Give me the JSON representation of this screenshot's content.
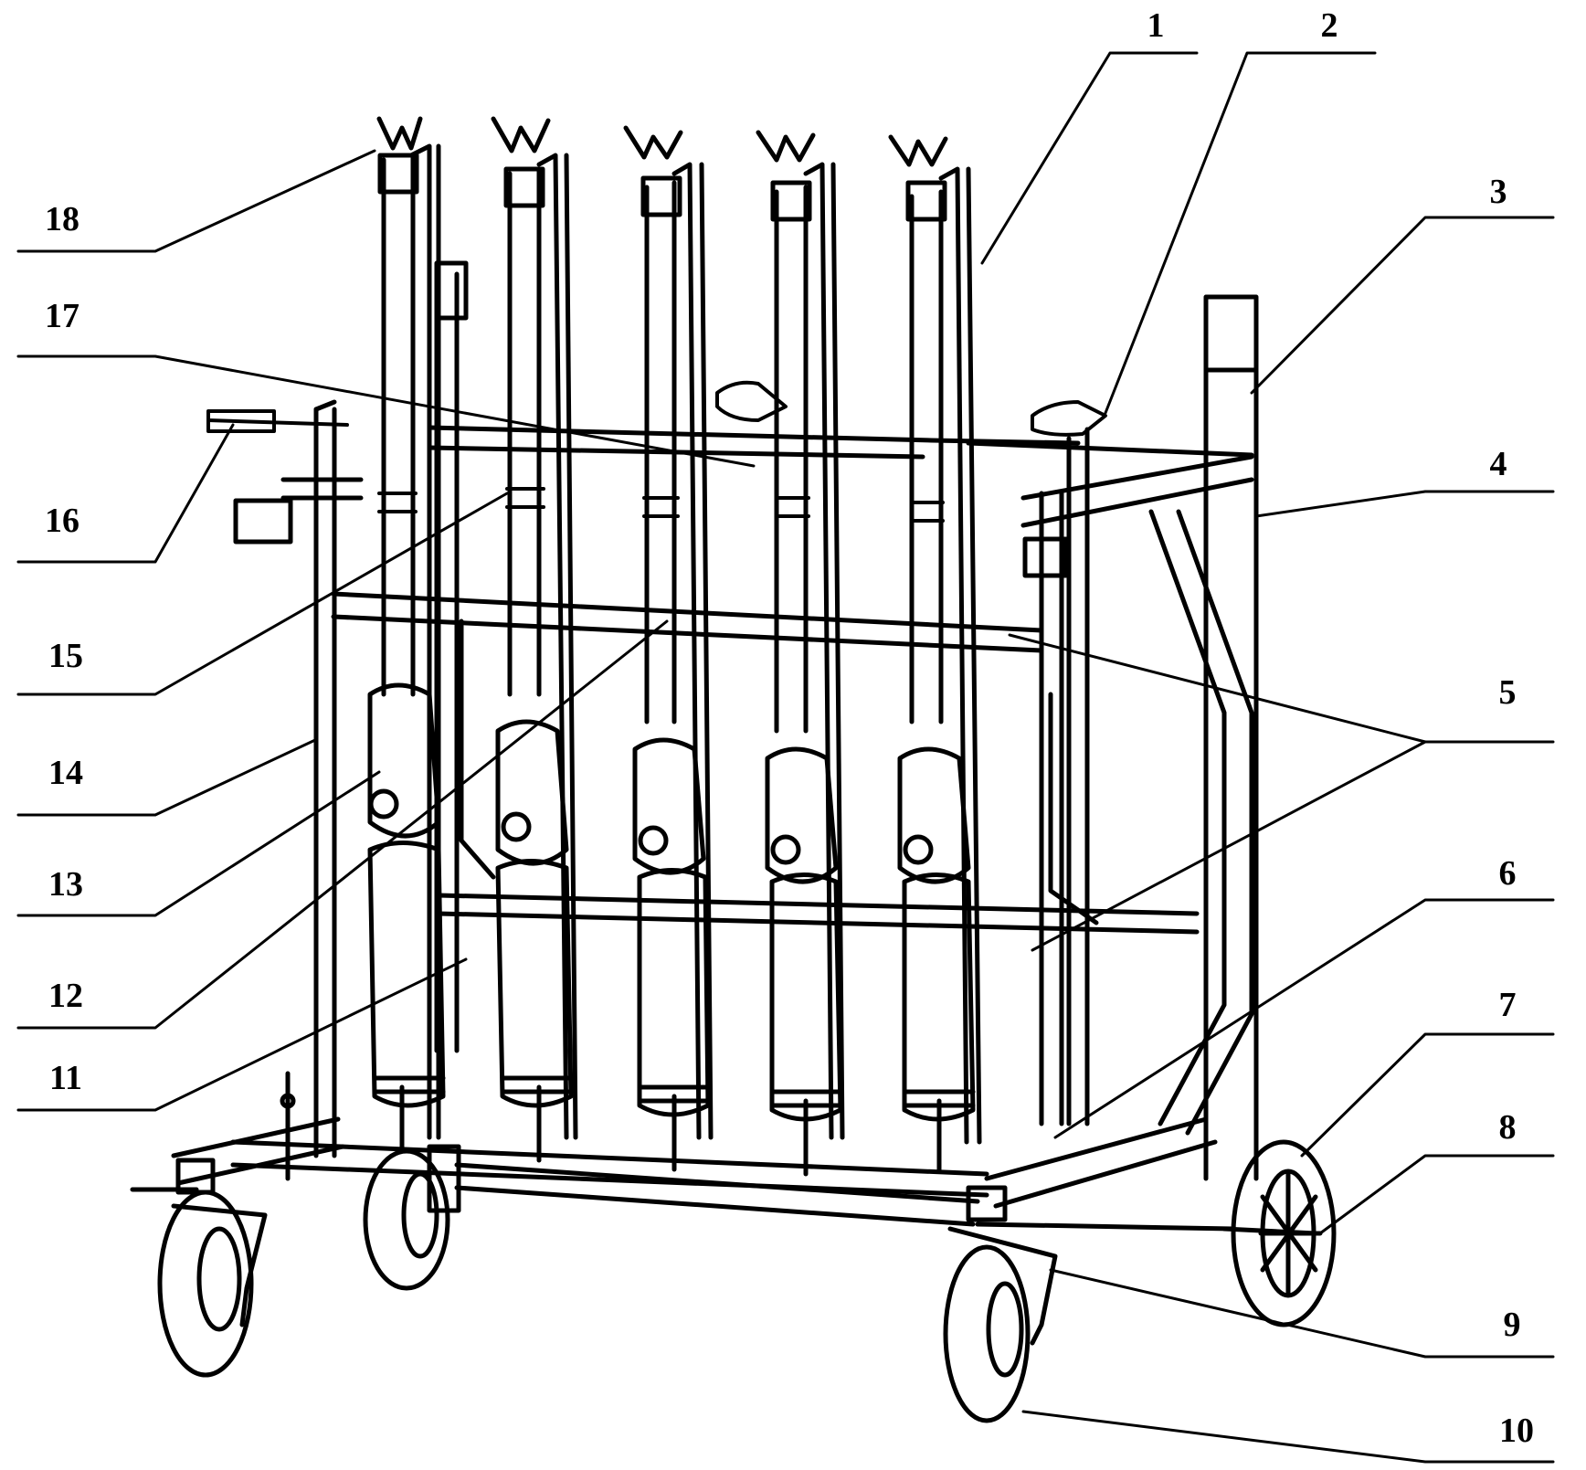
{
  "diagram": {
    "labels": {
      "l1": "1",
      "l2": "2",
      "l3": "3",
      "l4": "4",
      "l5": "5",
      "l6": "6",
      "l7": "7",
      "l8": "8",
      "l9": "9",
      "l10": "10",
      "l11": "11",
      "l12": "12",
      "l13": "13",
      "l14": "14",
      "l15": "15",
      "l16": "16",
      "l17": "17",
      "l18": "18"
    },
    "colors": {
      "ink": "#000000",
      "background": "#ffffff"
    }
  }
}
